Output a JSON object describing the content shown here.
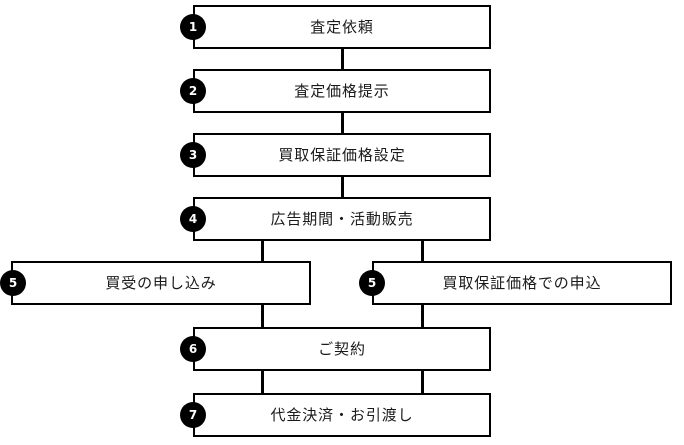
{
  "diagram": {
    "title": "buying-flow-chart",
    "background_color": "#ffffff",
    "line_color": "#000000",
    "badge_background": "#000000",
    "badge_text_color": "#ffffff",
    "text_color": "#1a1a1a",
    "steps": [
      {
        "number": "1",
        "label": "査定依頼"
      },
      {
        "number": "2",
        "label": "査定価格提示"
      },
      {
        "number": "3",
        "label": "買取保証価格設定"
      },
      {
        "number": "4",
        "label": "広告期間・活動販売"
      },
      {
        "number": "5",
        "label": "買受の申し込み"
      },
      {
        "number": "5",
        "label": "買取保証価格での申込"
      },
      {
        "number": "6",
        "label": "ご契約"
      },
      {
        "number": "7",
        "label": "代金決済・お引渡し"
      }
    ]
  }
}
